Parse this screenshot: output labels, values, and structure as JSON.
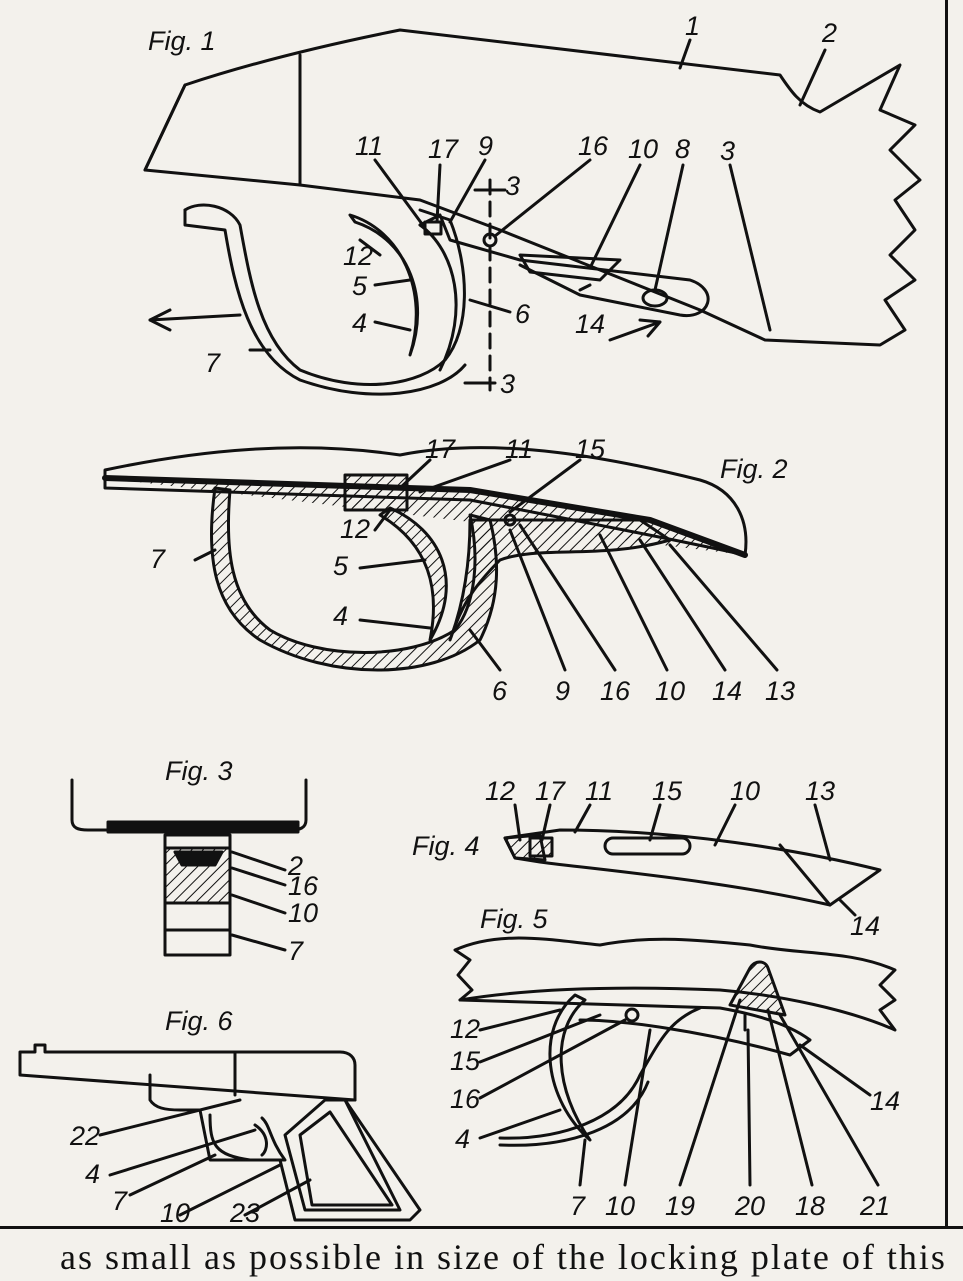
{
  "figures": {
    "fig1": {
      "title": "Fig. 1",
      "labels": [
        "1",
        "2",
        "3",
        "3",
        "3",
        "11",
        "17",
        "9",
        "16",
        "10",
        "8",
        "12",
        "5",
        "4",
        "7",
        "6",
        "14"
      ]
    },
    "fig2": {
      "title": "Fig. 2",
      "labels": [
        "17",
        "11",
        "15",
        "12",
        "7",
        "5",
        "4",
        "6",
        "9",
        "16",
        "10",
        "14",
        "13"
      ]
    },
    "fig3": {
      "title": "Fig. 3",
      "labels": [
        "2",
        "16",
        "10",
        "7"
      ]
    },
    "fig4": {
      "title": "Fig. 4",
      "labels": [
        "12",
        "17",
        "11",
        "15",
        "10",
        "13",
        "14"
      ]
    },
    "fig5": {
      "title": "Fig. 5",
      "labels": [
        "12",
        "15",
        "16",
        "4",
        "7",
        "10",
        "19",
        "20",
        "18",
        "21",
        "14"
      ]
    },
    "fig6": {
      "title": "Fig. 6",
      "labels": [
        "22",
        "4",
        "7",
        "10",
        "23"
      ]
    }
  },
  "footer_text": "as small as possible in size of the locking plate of this",
  "colors": {
    "ink": "#111111",
    "paper": "#f3f1ec",
    "bleed": "#9a9a9a"
  }
}
